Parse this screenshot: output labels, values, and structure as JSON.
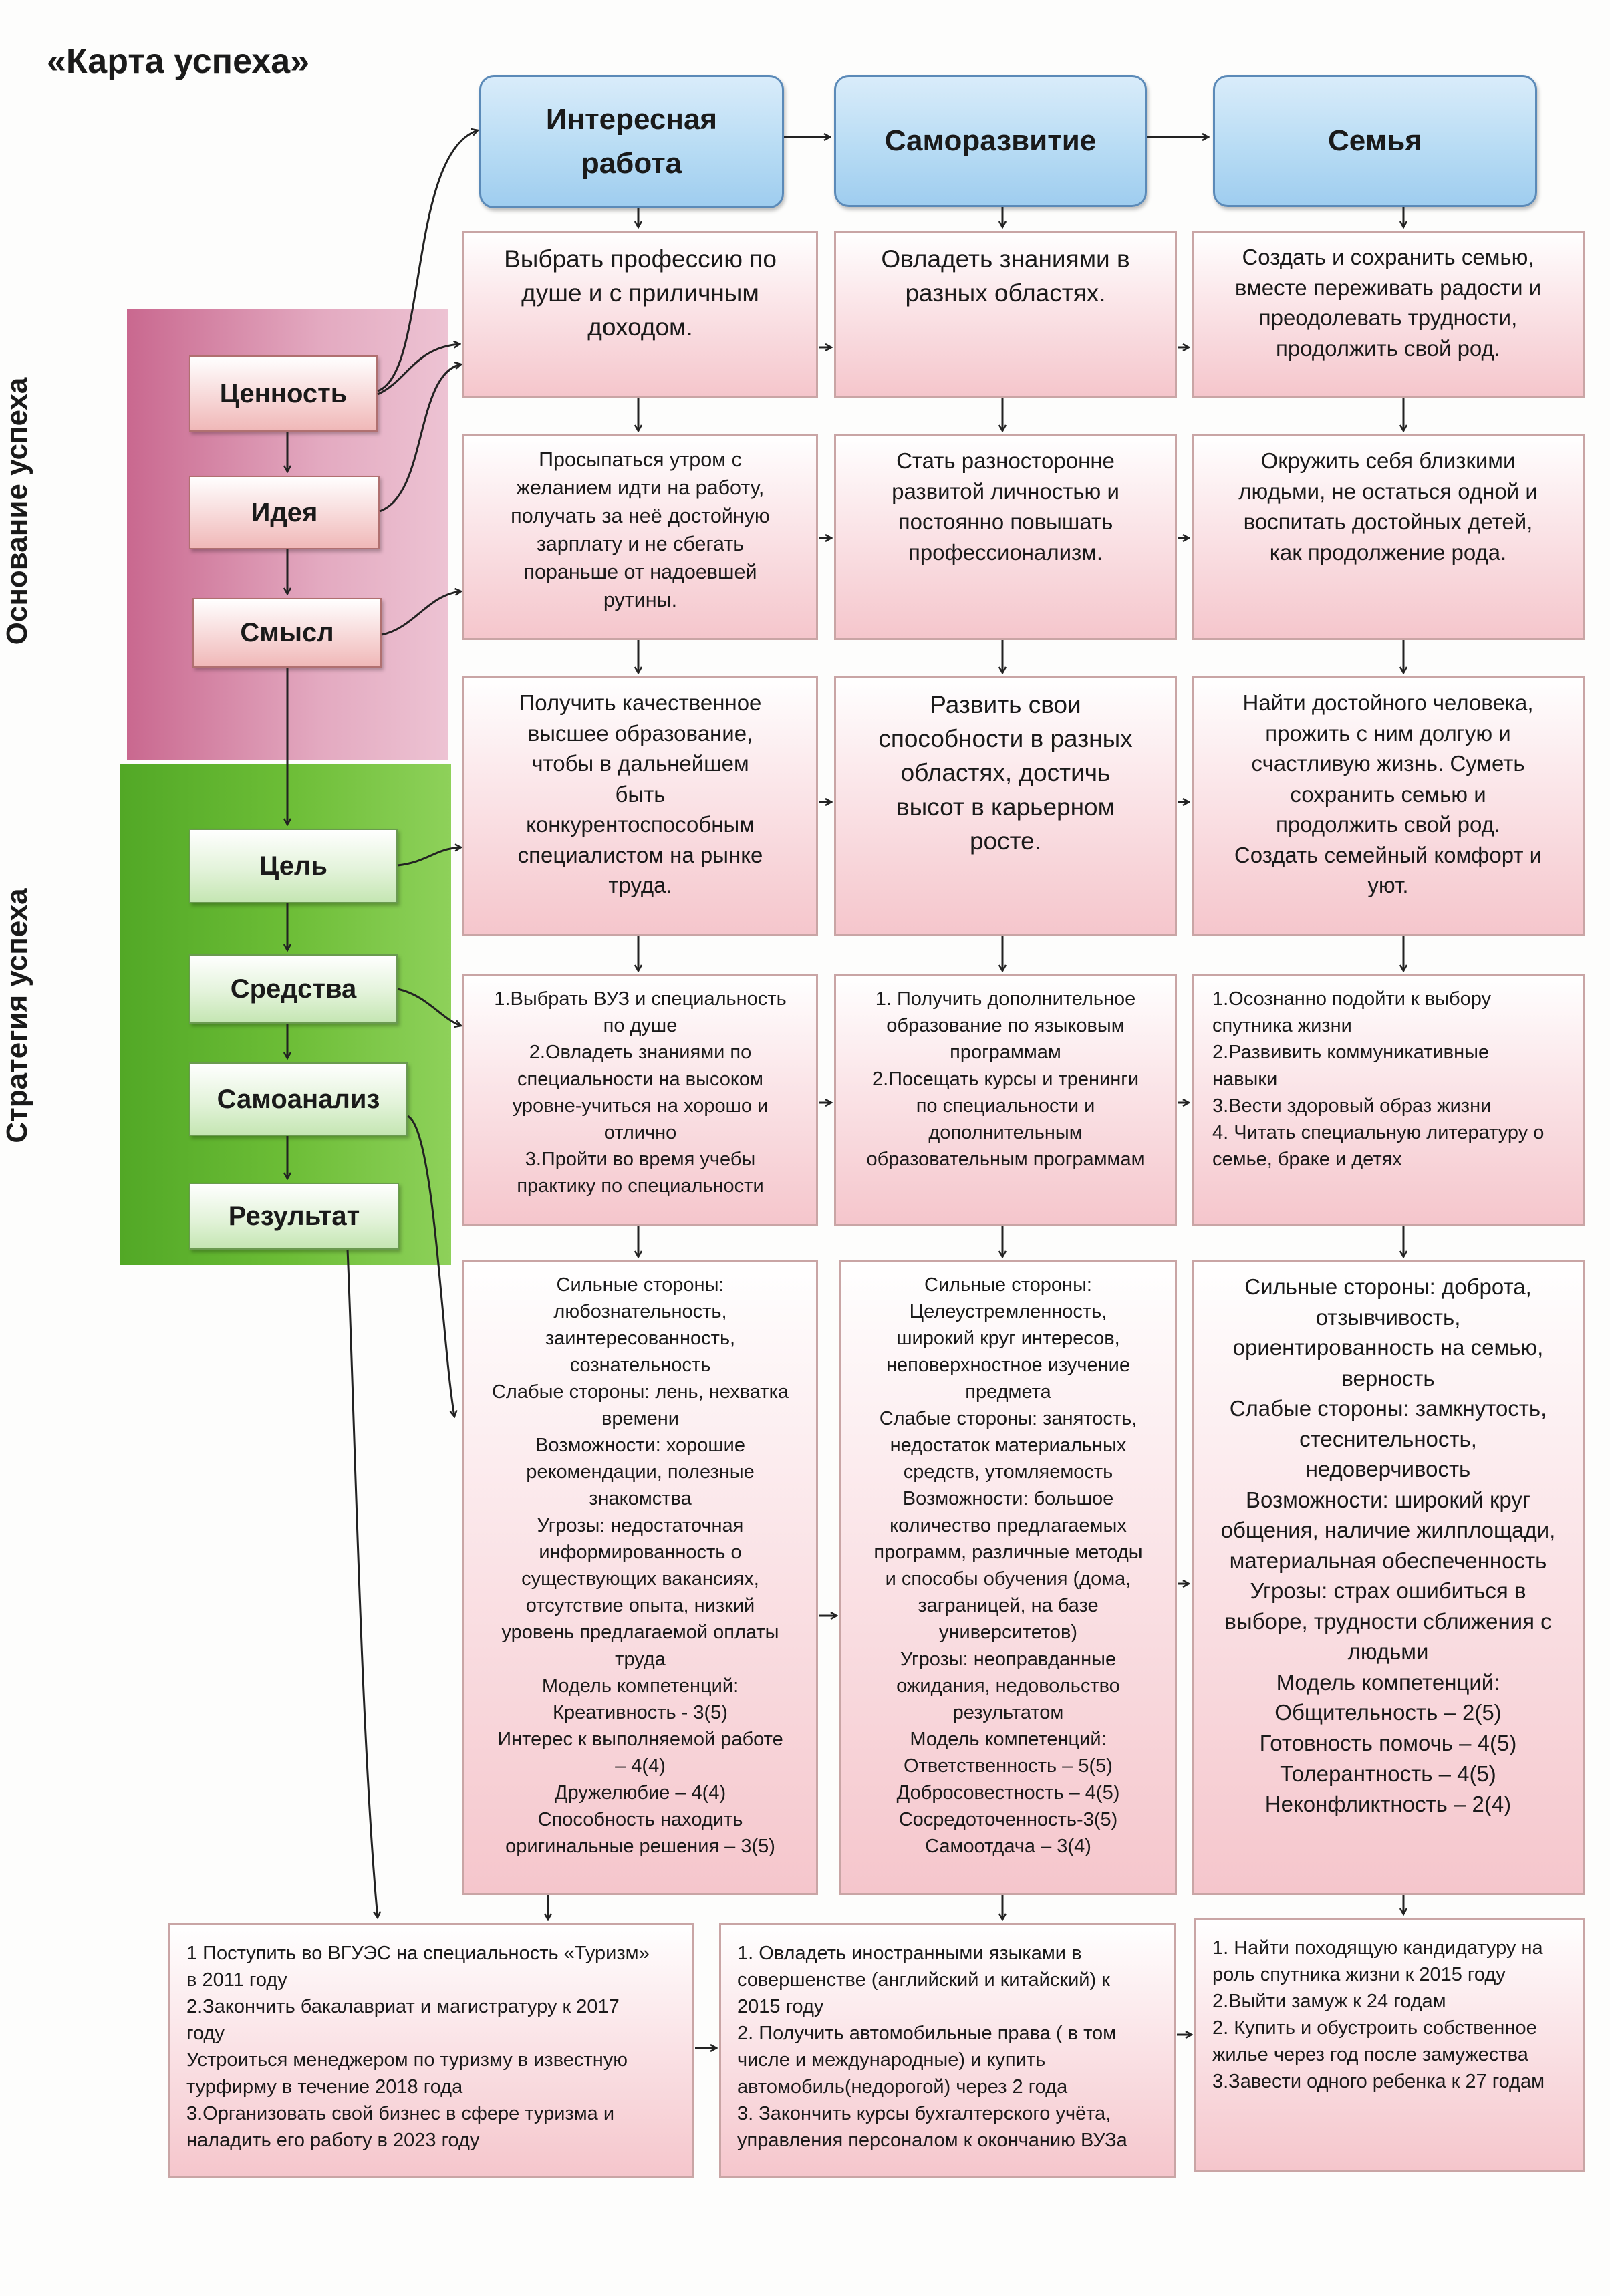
{
  "title": "«Карта успеха»",
  "side_labels": {
    "foundation": "Основание успеха",
    "strategy": "Стратегия успеха"
  },
  "left_steps": [
    "Ценность",
    "Идея",
    "Смысл",
    "Цель",
    "Средства",
    "Самоанализ",
    "Результат"
  ],
  "columns": [
    {
      "header": "Интересная\nработа",
      "cells": [
        "Выбрать профессию по\nдуше и с приличным\nдоходом.",
        "Просыпаться утром с\nжеланием идти на работу,\nполучать за неё достойную\nзарплату и не сбегать\nпораньше от надоевшей\nрутины.",
        "Получить качественное\nвысшее образование,\nчтобы в дальнейшем\nбыть\nконкурентоспособным\nспециалистом на рынке\nтруда.",
        "1.Выбрать ВУЗ и специальность\nпо душе\n2.Овладеть знаниями по\nспециальности на высоком\nуровне-учиться на хорошо и\nотлично\n3.Пройти во время учебы\nпрактику по специальности",
        "Сильные стороны:\nлюбознательность,\nзаинтересованность,\nсознательность\nСлабые стороны: лень, нехватка\nвремени\nВозможности:  хорошие\nрекомендации, полезные\nзнакомства\nУгрозы: недостаточная\nинформированность о\nсуществующих вакансиях,\nотсутствие опыта, низкий\nуровень предлагаемой оплаты\nтруда\nМодель компетенций:\nКреативность  - 3(5)\nИнтерес к выполняемой работе\n– 4(4)\nДружелюбие – 4(4)\nСпособность находить\nоригинальные решения – 3(5)"
      ],
      "result": "1 Поступить во ВГУЭС на специальность «Туризм»\nв 2011 году\n2.Закончить бакалавриат и магистратуру к 2017\nгоду\nУстроиться менеджером по туризму в известную\nтурфирму  в течение 2018 года\n3.Организовать свой бизнес в сфере туризма и\nналадить его работу   в 2023 году"
    },
    {
      "header": "Саморазвитие",
      "cells": [
        "Овладеть знаниями в\nразных областях.",
        "Стать разносторонне\nразвитой личностью и\nпостоянно повышать\nпрофессионализм.",
        "Развить свои\nспособности в разных\nобластях, достичь\nвысот в карьерном\nросте.",
        "1. Получить дополнительное\nобразование по языковым\nпрограммам\n2.Посещать курсы и тренинги\nпо  специальности и\nдополнительным\nобразовательным программам",
        "Сильные стороны:\nЦелеустремленность,\nширокий круг интересов,\nнеповерхностное изучение\nпредмета\nСлабые стороны: занятость,\nнедостаток материальных\nсредств, утомляемость\nВозможности: большое\nколичество предлагаемых\nпрограмм, различные методы\nи способы обучения (дома,\nзаграницей, на базе\nуниверситетов)\nУгрозы: неоправданные\nожидания, недовольство\nрезультатом\nМодель компетенций:\nОтветственность – 5(5)\nДобросовестность – 4(5)\nСосредоточенность-3(5)\nСамоотдача – 3(4)"
      ],
      "result": "1. Овладеть иностранными языками в\nсовершенстве (английский и китайский) к\n2015 году\n2. Получить  автомобильные права ( в том\nчисле и международные) и купить\nавтомобиль(недорогой) через 2 года\n3. Закончить курсы бухгалтерского учёта,\nуправления персоналом к окончанию ВУЗа"
    },
    {
      "header": "Семья",
      "cells": [
        "Создать и сохранить семью,\nвместе переживать радости и\nпреодолевать трудности,\nпродолжить свой род.",
        "Окружить себя близкими\nлюдьми, не остаться одной и\nвоспитать достойных детей,\nкак продолжение рода.",
        "Найти достойного человека,\nпрожить с ним долгую и\nсчастливую жизнь. Суметь\nсохранить семью и\nпродолжить свой род.\nСоздать семейный комфорт и\nуют.",
        "1.Осознанно подойти к выбору\nспутника жизни\n2.Развивить коммуникативные\nнавыки\n3.Вести здоровый образ жизни\n4. Читать специальную литературу о\nсемье, браке и детях",
        "Сильные стороны: доброта,\nотзывчивость,\nориентированность на семью,\nверность\nСлабые стороны: замкнутость,\nстеснительность,\nнедоверчивость\nВозможности: широкий круг\nобщения, наличие жилплощади,\nматериальная обеспеченность\nУгрозы: страх ошибиться в\nвыборе, трудности сближения с\nлюдьми\nМодель компетенций:\nОбщительность – 2(5)\nГотовность помочь – 4(5)\nТолерантность – 4(5)\nНеконфликтность – 2(4)"
      ],
      "result": "1. Найти походящую кандидатуру на\nроль спутника жизни к 2015 году\n2.Выйти замуж к 24 годам\n2. Купить и обустроить собственное\nжилье через год после замужества\n3.Завести одного ребенка к 27 годам"
    }
  ]
}
